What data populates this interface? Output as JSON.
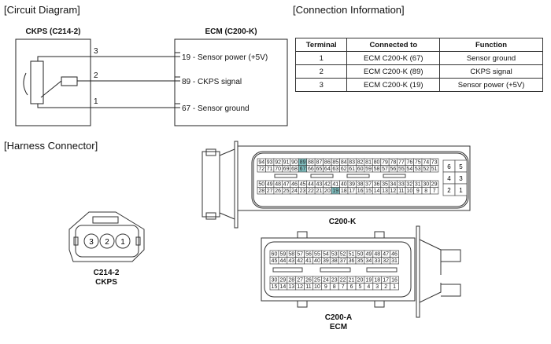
{
  "sections": {
    "circuit": "[Circuit Diagram]",
    "connection": "[Connection Information]",
    "harness": "[Harness Connector]"
  },
  "circuit": {
    "left_title": "CKPS (C214-2)",
    "right_title": "ECM (C200-K)",
    "wires": [
      {
        "pin": "3",
        "ecm": "19 - Sensor power (+5V)"
      },
      {
        "pin": "2",
        "ecm": "89 - CKPS signal"
      },
      {
        "pin": "1",
        "ecm": "67 - Sensor ground"
      }
    ]
  },
  "table": {
    "headers": [
      "Terminal",
      "Connected to",
      "Function"
    ],
    "rows": [
      [
        "1",
        "ECM C200-K (67)",
        "Sensor ground"
      ],
      [
        "2",
        "ECM C200-K (89)",
        "CKPS signal"
      ],
      [
        "3",
        "ECM C200-K (19)",
        "Sensor power (+5V)"
      ]
    ]
  },
  "connectors": {
    "c214": {
      "label1": "C214-2",
      "label2": "CKPS",
      "pins": [
        "3",
        "2",
        "1"
      ]
    },
    "c200k": {
      "label": "C200-K",
      "highlight_color": "#7fbfc0",
      "highlighted": [
        "89",
        "67",
        "19"
      ],
      "rows": [
        [
          "94",
          "93",
          "92",
          "91",
          "90",
          "89",
          "88",
          "87",
          "86",
          "85",
          "84",
          "83",
          "82",
          "81",
          "80",
          "79",
          "78",
          "77",
          "76",
          "75",
          "74",
          "73"
        ],
        [
          "72",
          "71",
          "70",
          "69",
          "68",
          "67",
          "66",
          "65",
          "64",
          "63",
          "62",
          "61",
          "60",
          "59",
          "58",
          "57",
          "56",
          "55",
          "54",
          "53",
          "52",
          "51"
        ],
        [
          "50",
          "49",
          "48",
          "47",
          "46",
          "45",
          "44",
          "43",
          "42",
          "41",
          "40",
          "39",
          "38",
          "37",
          "36",
          "35",
          "34",
          "33",
          "32",
          "31",
          "30",
          "29"
        ],
        [
          "28",
          "27",
          "26",
          "25",
          "24",
          "23",
          "22",
          "21",
          "20",
          "19",
          "18",
          "17",
          "16",
          "15",
          "14",
          "13",
          "12",
          "11",
          "10",
          "9",
          "8",
          "7"
        ]
      ],
      "side": [
        [
          "6",
          "5"
        ],
        [
          "4",
          "3"
        ],
        [
          "2",
          "1"
        ]
      ]
    },
    "c200a": {
      "label1": "C200-A",
      "label2": "ECM",
      "rows": [
        [
          "60",
          "59",
          "58",
          "57",
          "56",
          "55",
          "54",
          "53",
          "52",
          "51",
          "50",
          "49",
          "48",
          "47",
          "46"
        ],
        [
          "45",
          "44",
          "43",
          "42",
          "41",
          "40",
          "39",
          "38",
          "37",
          "36",
          "35",
          "34",
          "33",
          "32",
          "31"
        ],
        [
          "30",
          "29",
          "28",
          "27",
          "26",
          "25",
          "24",
          "23",
          "22",
          "21",
          "20",
          "19",
          "18",
          "17",
          "16"
        ],
        [
          "15",
          "14",
          "13",
          "12",
          "11",
          "10",
          "9",
          "8",
          "7",
          "6",
          "5",
          "4",
          "3",
          "2",
          "1"
        ]
      ]
    }
  }
}
